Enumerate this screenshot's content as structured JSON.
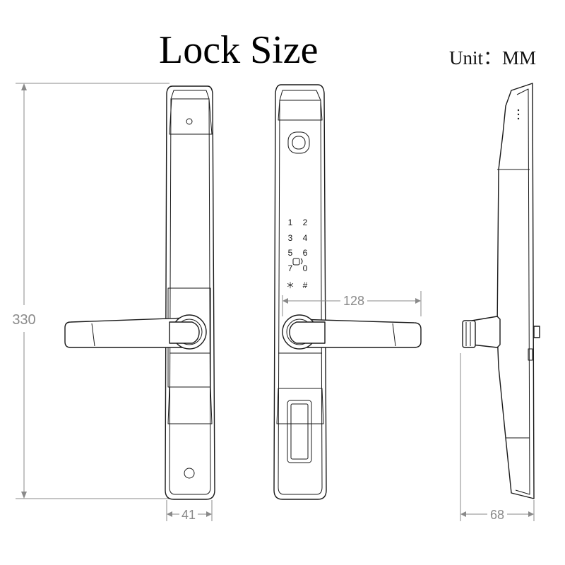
{
  "title": "Lock Size",
  "unit_label": "Unit：MM",
  "dimensions": {
    "height": "330",
    "front_width": "41",
    "handle_length": "128",
    "depth": "68"
  },
  "keypad": {
    "rows": [
      [
        "1",
        "2"
      ],
      [
        "3",
        "4"
      ],
      [
        "5",
        "6"
      ],
      [
        "7",
        "0"
      ],
      [
        "＊",
        "#"
      ]
    ]
  },
  "icons": [
    "fingerprint-sensor-icon",
    "nfc-card-icon",
    "keyhole-icon"
  ]
}
